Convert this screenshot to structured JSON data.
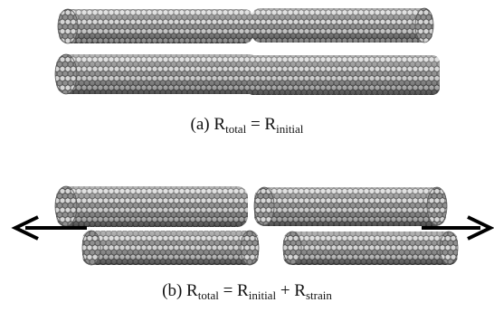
{
  "caption_a": {
    "label": "(a)",
    "lhs": "R",
    "lhs_sub": "total",
    "eq": "=",
    "rhs1": "R",
    "rhs1_sub": "initial"
  },
  "caption_b": {
    "label": "(b)",
    "lhs": "R",
    "lhs_sub": "total",
    "eq": "=",
    "rhs1": "R",
    "rhs1_sub": "initial",
    "plus": "+",
    "rhs2": "R",
    "rhs2_sub": "strain"
  },
  "colors": {
    "tube_body": "#9a9a9a",
    "tube_cap": "#e2e2e2",
    "arrow": "#000000"
  }
}
